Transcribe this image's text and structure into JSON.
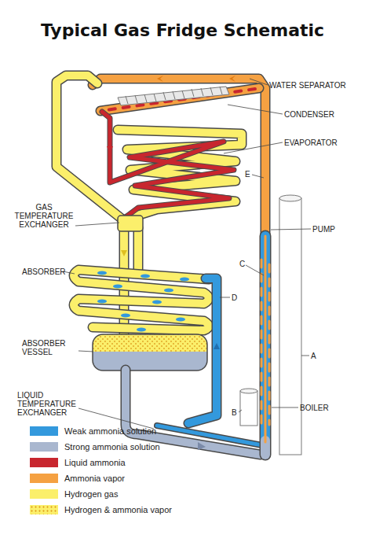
{
  "diagram": {
    "title": "Typical Gas Fridge Schematic",
    "labels": [
      "WATER SEPARATOR",
      "CONDENSER",
      "EVAPORATOR",
      "E",
      "PUMP",
      "GAS TEMPERATURE EXCHANGER",
      "C",
      "ABSORBER",
      "D",
      "ABSORBER VESSEL",
      "A",
      "LIQUID TEMPERATURE EXCHANGER",
      "B",
      "BOILER"
    ],
    "legend": [
      {
        "text": "Weak ammonia solution",
        "color": "#3399dd"
      },
      {
        "text": "Strong ammonia solution",
        "color": "#a9b7cf"
      },
      {
        "text": "Liquid ammonia",
        "color": "#c8262e"
      },
      {
        "text": "Ammonia vapor",
        "color": "#f5a142"
      },
      {
        "text": "Hydrogen gas",
        "color": "#fbef6b"
      },
      {
        "text": "Hydrogen & ammonia vapor"
      }
    ]
  }
}
